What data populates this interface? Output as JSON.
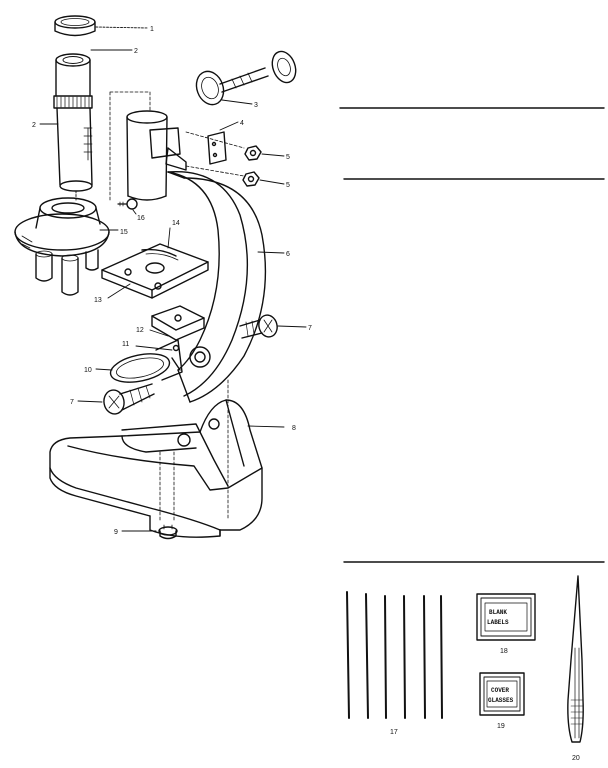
{
  "parts": {
    "eyepiece_cap": "1",
    "eyepiece": "2",
    "body_tube": "2",
    "focus_knob": "3",
    "bracket": "4",
    "nut_upper": "5",
    "nut_lower": "5",
    "arm": "6",
    "arm_screw": "7",
    "mirror_screw": "7",
    "base": "8",
    "base_screw": "9",
    "mirror": "10",
    "mirror_pin": "11",
    "stage_clip_block": "12",
    "stage": "13",
    "stage_clips": "14",
    "turret": "15",
    "turret_screw": "16",
    "slides": "17",
    "blank_labels": "18",
    "cover_glasses": "19",
    "tweezers": "20"
  },
  "boxes": {
    "blank_labels": [
      "BLANK",
      "LABELS"
    ],
    "cover_glasses": [
      "COVER",
      "GLASSES"
    ]
  }
}
